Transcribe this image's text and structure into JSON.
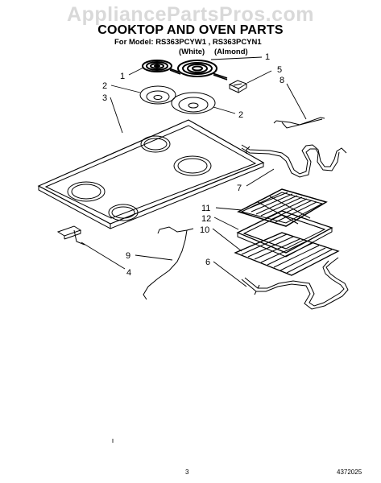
{
  "watermark": "AppliancePartsPros.com",
  "header": {
    "title": "COOKTOP AND OVEN PARTS",
    "model_line": "For Model: RS363PCYW1 , RS363PCYN1",
    "variant_white": "(White)",
    "variant_almond": "(Almond)"
  },
  "callouts": [
    "1",
    "1",
    "2",
    "2",
    "3",
    "4",
    "5",
    "6",
    "7",
    "8",
    "9",
    "10",
    "11",
    "12"
  ],
  "footer": {
    "page_number": "3",
    "document_number": "4372025"
  }
}
